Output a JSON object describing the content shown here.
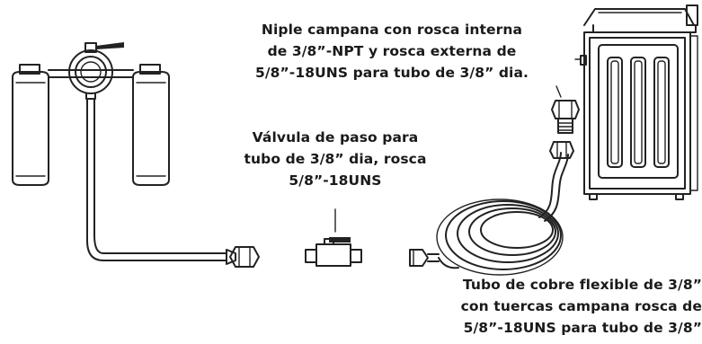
{
  "labels": {
    "nipple": [
      "Niple campana con rosca interna",
      "de 3/8”-NPT y rosca externa de",
      "5/8”-18UNS para tubo de 3/8” dia."
    ],
    "valve": [
      "Válvula de paso para",
      "tubo de 3/8” dia, rosca",
      "5/8”-18UNS"
    ],
    "tube": [
      "Tubo de cobre flexible de 3/8”",
      "con tuercas campana rosca de",
      "5/8”-18UNS para tubo de 3/8”"
    ]
  },
  "colors": {
    "line": "#222222",
    "text": "#1a1a1a",
    "background": "#ffffff"
  }
}
